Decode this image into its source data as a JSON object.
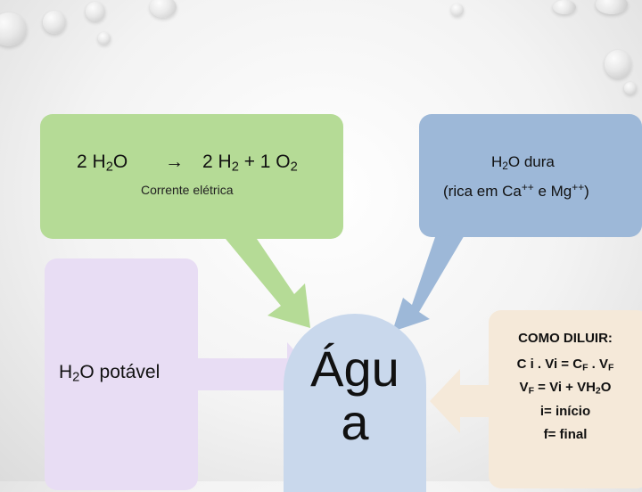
{
  "electrolysis": {
    "reactant_coef": "2",
    "reactant_h": "H",
    "reactant_sub": "2",
    "reactant_o": "O",
    "arrow": "→",
    "product": "2 H",
    "product_sub": "2",
    "plus": " + 1 O",
    "product2_sub": "2",
    "condition": "Corrente elétrica"
  },
  "hard_water": {
    "line1_h": "H",
    "line1_sub": "2",
    "line1_rest": "O dura",
    "line2_a": "(rica em Ca",
    "line2_sup1": "++",
    "line2_b": " e Mg",
    "line2_sup2": "++",
    "line2_c": ")"
  },
  "potable": {
    "h": "H",
    "sub": "2",
    "rest": "O potável"
  },
  "center": {
    "line1": "Águ",
    "line2": "a"
  },
  "dilution": {
    "title": "COMO DILUIR:",
    "eq1_a": "C i . Vi = C",
    "eq1_sub1": "F",
    "eq1_b": " . V",
    "eq1_sub2": "F",
    "eq2_a": "V",
    "eq2_sub": "F",
    "eq2_b": "  = Vi + VH",
    "eq2_sub2": "2",
    "eq2_c": "O",
    "line3": "i= início",
    "line4": "f= final"
  },
  "colors": {
    "green": "#b5db96",
    "blue": "#9db8d8",
    "purple": "#e8ddf4",
    "center": "#c9d8ec",
    "beige": "#f5e9d9"
  }
}
